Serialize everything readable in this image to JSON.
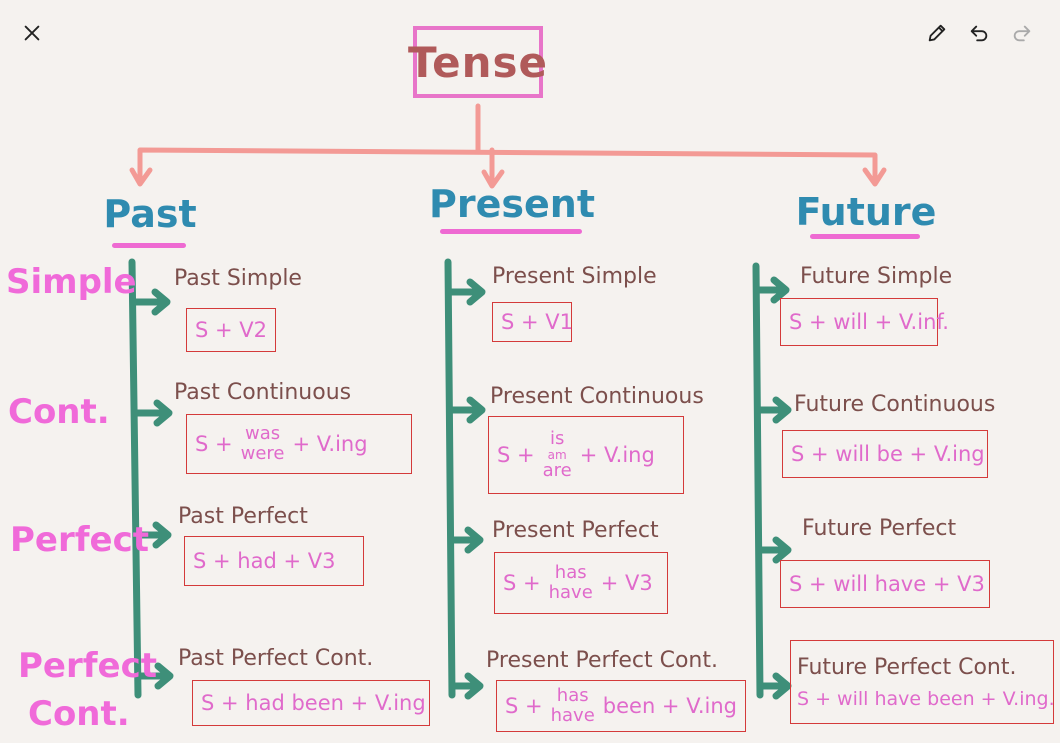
{
  "toolbar": {
    "close_icon": "close-icon",
    "pencil_icon": "pencil-icon",
    "undo_icon": "undo-icon",
    "redo_icon": "redo-icon"
  },
  "title": "Tense",
  "columns": {
    "past": "Past",
    "present": "Present",
    "future": "Future"
  },
  "rows": {
    "simple": "Simple",
    "cont": "Cont.",
    "perfect": "Perfect",
    "pfc_line1": "Perfect",
    "pfc_line2": "Cont."
  },
  "past": {
    "simple": {
      "name": "Past Simple",
      "formula": "S + V2"
    },
    "continuous": {
      "name": "Past Continuous",
      "s": "S +",
      "aux1": "was",
      "aux2": "were",
      "v": "+ V.ing"
    },
    "perfect": {
      "name": "Past Perfect",
      "formula": "S + had + V3"
    },
    "perfect_cont": {
      "name": "Past Perfect Cont.",
      "formula": "S + had been + V.ing"
    }
  },
  "present": {
    "simple": {
      "name": "Present Simple",
      "formula": "S + V1"
    },
    "continuous": {
      "name": "Present Continuous",
      "s": "S +",
      "aux1": "is",
      "aux2": "am",
      "aux3": "are",
      "v": "+ V.ing"
    },
    "perfect": {
      "name": "Present Perfect",
      "s": "S +",
      "aux1": "has",
      "aux2": "have",
      "v": "+ V3"
    },
    "perfect_cont": {
      "name": "Present Perfect Cont.",
      "s": "S +",
      "aux1": "has",
      "aux2": "have",
      "v": "been + V.ing"
    }
  },
  "future": {
    "simple": {
      "name": "Future Simple",
      "formula": "S + will + V.inf."
    },
    "continuous": {
      "name": "Future Continuous",
      "formula": "S + will be + V.ing"
    },
    "perfect": {
      "name": "Future Perfect",
      "formula": "S + will have + V3"
    },
    "perfect_cont": {
      "name": "Future Perfect Cont.",
      "formula": "S + will have been + V.ing."
    }
  },
  "colors": {
    "title_border": "#e875c9",
    "title_text": "#b05a5a",
    "column_head": "#2f8bb0",
    "underline": "#ee6ad2",
    "row_label": "#f06ad9",
    "connector": "#f39a95",
    "branch": "#3e8f79",
    "tense_name": "#7c4f4c",
    "formula_border": "#d43a3a",
    "formula_text": "#e06acb"
  }
}
